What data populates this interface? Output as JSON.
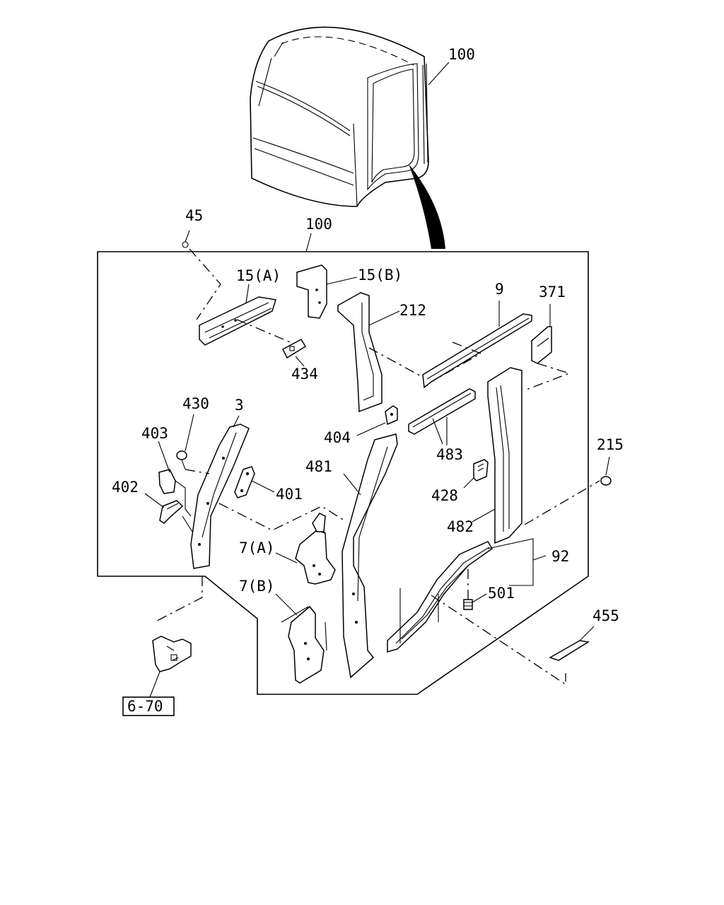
{
  "labels": {
    "cab_top": "100",
    "frame_top": "100",
    "p45": "45",
    "p15a": "15(A)",
    "p15b": "15(B)",
    "p212": "212",
    "p9": "9",
    "p371": "371",
    "p434": "434",
    "p430": "430",
    "p3": "3",
    "p403": "403",
    "p404": "404",
    "p483": "483",
    "p481": "481",
    "p215": "215",
    "p402": "402",
    "p401": "401",
    "p428": "428",
    "p482": "482",
    "p7a": "7(A)",
    "p92": "92",
    "p7b": "7(B)",
    "p501": "501",
    "p455": "455",
    "ref": "6-70"
  }
}
